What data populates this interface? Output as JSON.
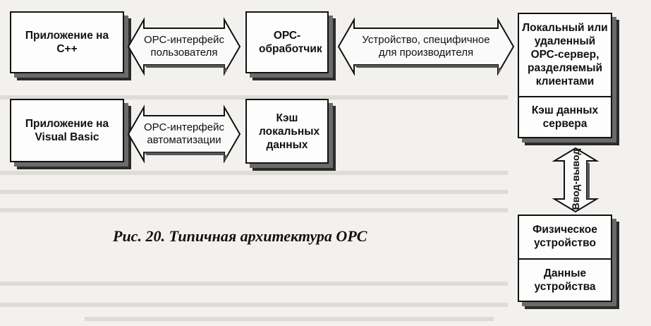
{
  "boxes": {
    "app_cpp": "Приложение на C++",
    "app_vb": "Приложение на Visual Basic",
    "opc_handler": "ОРС-обработчик",
    "local_cache": "Кэш локальных данных",
    "server_top": "Локальный или удаленный ОРС-сервер, разделяемый клиентами",
    "server_bottom": "Кэш данных сервера",
    "device_top": "Физическое устройство",
    "device_bottom": "Данные устройства"
  },
  "arrows": {
    "user_interface": "ОРС-интерфейс пользователя",
    "automation_interface": "ОРС-интерфейс автоматизации",
    "vendor_specific": "Устройство, специфичное для производителя",
    "io": "Ввод-вывод"
  },
  "caption": "Рис. 20. Типичная архитектура ОРС"
}
